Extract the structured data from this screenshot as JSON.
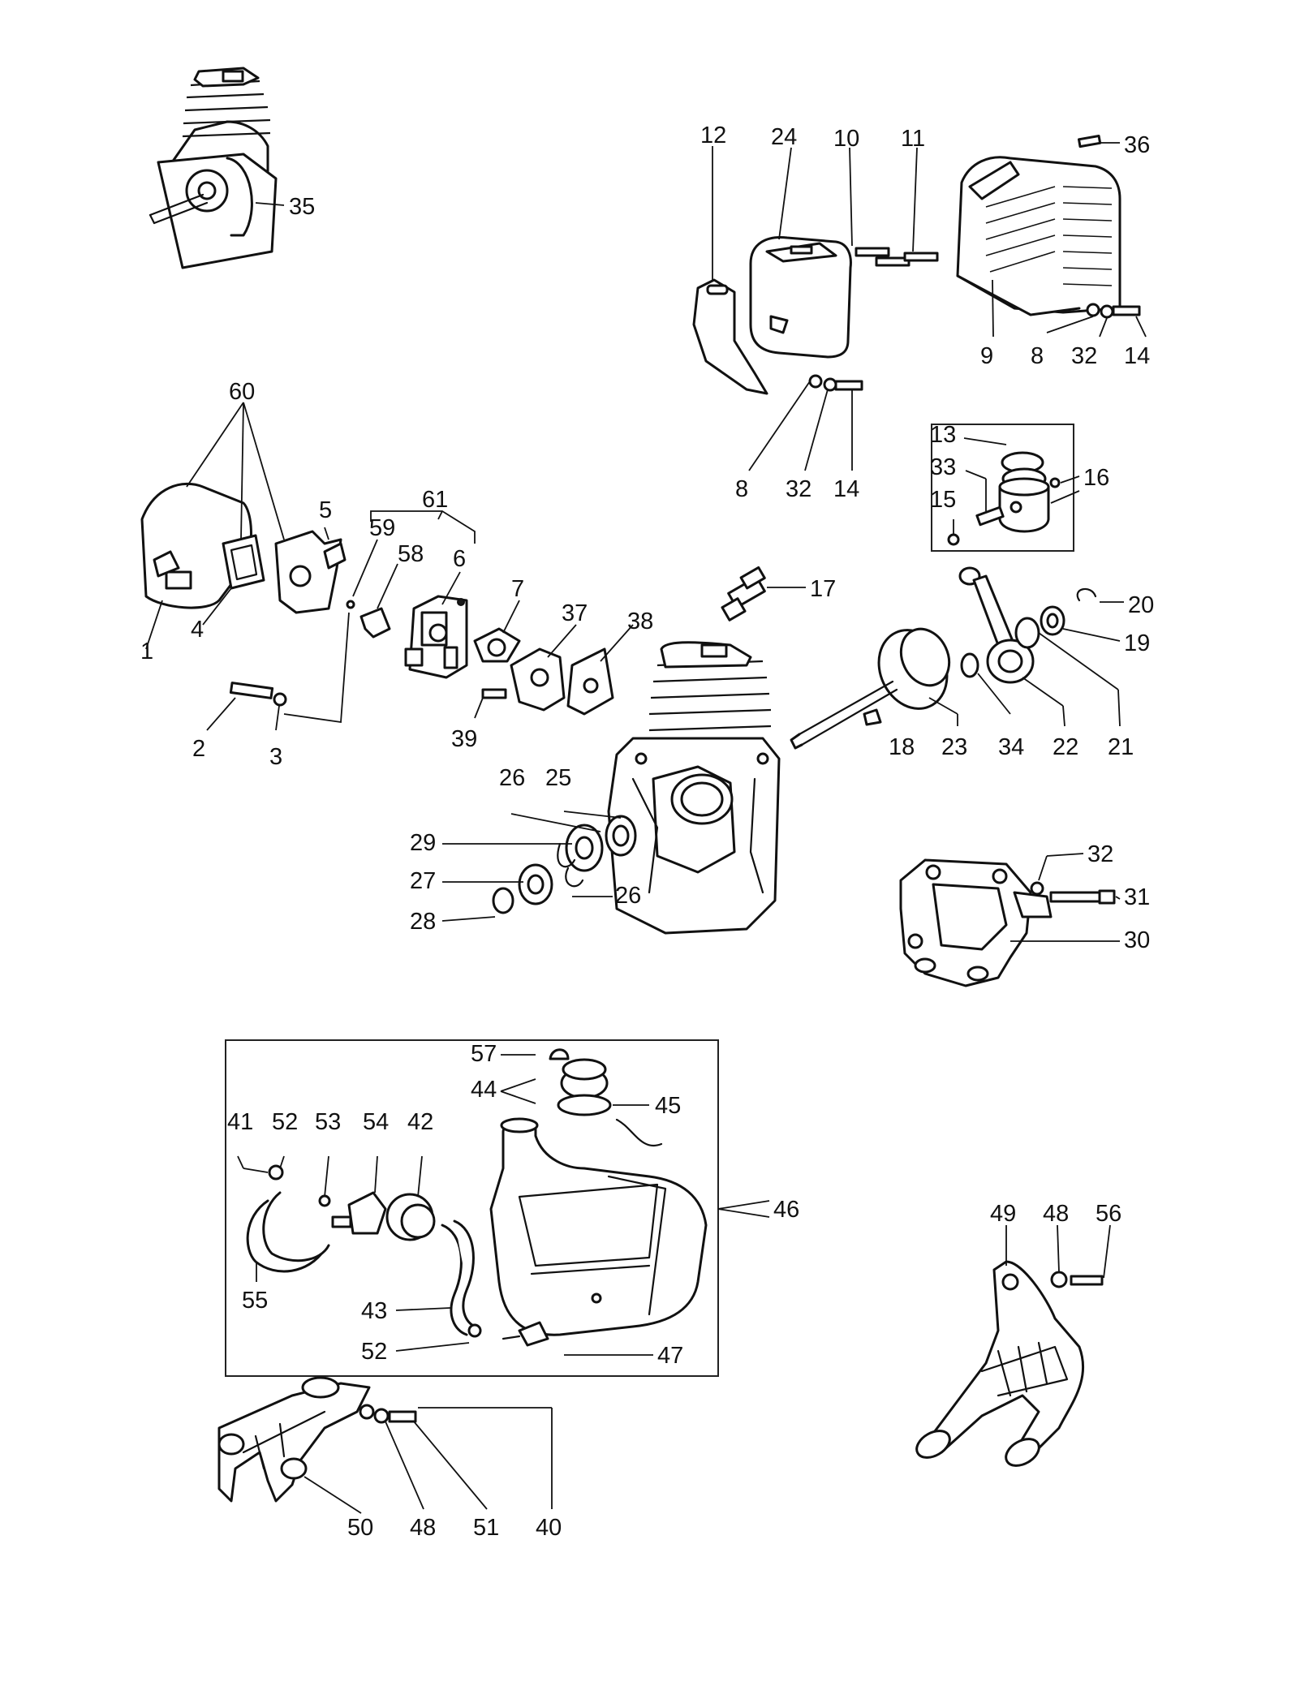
{
  "callouts": [
    {
      "id": "c35",
      "text": "35"
    },
    {
      "id": "c12",
      "text": "12"
    },
    {
      "id": "c24",
      "text": "24"
    },
    {
      "id": "c10",
      "text": "10"
    },
    {
      "id": "c11",
      "text": "11"
    },
    {
      "id": "c36",
      "text": "36"
    },
    {
      "id": "c9",
      "text": "9"
    },
    {
      "id": "c8a",
      "text": "8"
    },
    {
      "id": "c32a",
      "text": "32"
    },
    {
      "id": "c14a",
      "text": "14"
    },
    {
      "id": "c8b",
      "text": "8"
    },
    {
      "id": "c32b",
      "text": "32"
    },
    {
      "id": "c14b",
      "text": "14"
    },
    {
      "id": "c13",
      "text": "13"
    },
    {
      "id": "c33",
      "text": "33"
    },
    {
      "id": "c15",
      "text": "15"
    },
    {
      "id": "c16",
      "text": "16"
    },
    {
      "id": "c60",
      "text": "60"
    },
    {
      "id": "c5",
      "text": "5"
    },
    {
      "id": "c61",
      "text": "61"
    },
    {
      "id": "c59",
      "text": "59"
    },
    {
      "id": "c58",
      "text": "58"
    },
    {
      "id": "c6",
      "text": "6"
    },
    {
      "id": "c7",
      "text": "7"
    },
    {
      "id": "c37",
      "text": "37"
    },
    {
      "id": "c38",
      "text": "38"
    },
    {
      "id": "c17",
      "text": "17"
    },
    {
      "id": "c20",
      "text": "20"
    },
    {
      "id": "c19",
      "text": "19"
    },
    {
      "id": "c1",
      "text": "1"
    },
    {
      "id": "c4",
      "text": "4"
    },
    {
      "id": "c2",
      "text": "2"
    },
    {
      "id": "c3",
      "text": "3"
    },
    {
      "id": "c39",
      "text": "39"
    },
    {
      "id": "c18",
      "text": "18"
    },
    {
      "id": "c23",
      "text": "23"
    },
    {
      "id": "c34",
      "text": "34"
    },
    {
      "id": "c22",
      "text": "22"
    },
    {
      "id": "c21",
      "text": "21"
    },
    {
      "id": "c26a",
      "text": "26"
    },
    {
      "id": "c25",
      "text": "25"
    },
    {
      "id": "c29",
      "text": "29"
    },
    {
      "id": "c27",
      "text": "27"
    },
    {
      "id": "c26b",
      "text": "26"
    },
    {
      "id": "c28",
      "text": "28"
    },
    {
      "id": "c32c",
      "text": "32"
    },
    {
      "id": "c31",
      "text": "31"
    },
    {
      "id": "c30",
      "text": "30"
    },
    {
      "id": "c57",
      "text": "57"
    },
    {
      "id": "c44",
      "text": "44"
    },
    {
      "id": "c45",
      "text": "45"
    },
    {
      "id": "c41",
      "text": "41"
    },
    {
      "id": "c52a",
      "text": "52"
    },
    {
      "id": "c53",
      "text": "53"
    },
    {
      "id": "c54",
      "text": "54"
    },
    {
      "id": "c42",
      "text": "42"
    },
    {
      "id": "c46",
      "text": "46"
    },
    {
      "id": "c55",
      "text": "55"
    },
    {
      "id": "c43",
      "text": "43"
    },
    {
      "id": "c52b",
      "text": "52"
    },
    {
      "id": "c47",
      "text": "47"
    },
    {
      "id": "c49",
      "text": "49"
    },
    {
      "id": "c48a",
      "text": "48"
    },
    {
      "id": "c56",
      "text": "56"
    },
    {
      "id": "c50",
      "text": "50"
    },
    {
      "id": "c48b",
      "text": "48"
    },
    {
      "id": "c51",
      "text": "51"
    },
    {
      "id": "c40",
      "text": "40"
    }
  ]
}
